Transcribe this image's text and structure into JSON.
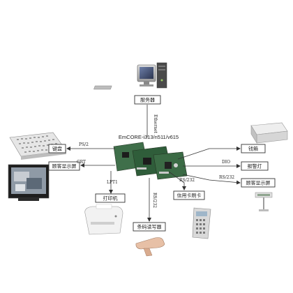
{
  "diagram": {
    "title": "EmCORE-i313/n511/v615",
    "nodes": {
      "server": "服务器",
      "keyboard": "键盘",
      "customer_display_left": "顾客显示屏",
      "printer": "打印机",
      "barcode_reader": "条码读写器",
      "card_reader": "信用卡刷卡",
      "cash_drawer": "钱箱",
      "alarm_light": "报警灯",
      "customer_display_right": "顾客显示屏"
    },
    "connections": {
      "ethernet": "Ethernet",
      "ps2": "PS/2",
      "crt": "CRT",
      "lpt1": "LPT1",
      "rs232_barcode": "RS/232",
      "rs232_card": "RS/232",
      "dio": "DIO",
      "rs232_display": "RS/232"
    }
  }
}
